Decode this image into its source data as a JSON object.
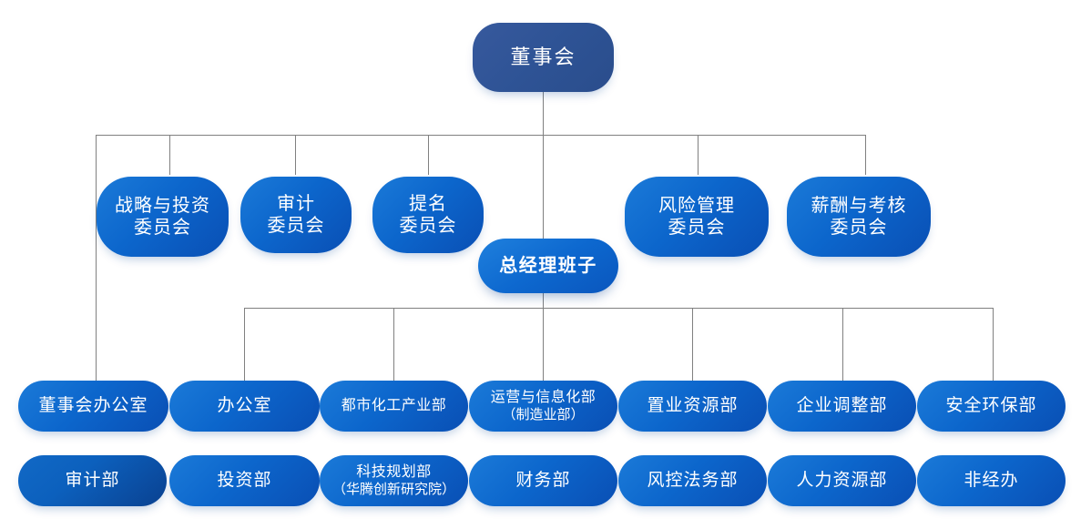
{
  "chart_title": "",
  "colors": {
    "board_fill": "#2e5395",
    "node_fill_light": "#1b7ad8",
    "node_fill_dark": "#0a4fb4",
    "connector": "#808080",
    "text": "#ffffff",
    "background": "#ffffff"
  },
  "root": {
    "label": "董事会"
  },
  "gm": {
    "label": "总经理班子"
  },
  "committees": [
    {
      "line1": "战略与投资",
      "line2": "委员会"
    },
    {
      "line1": "审计",
      "line2": "委员会"
    },
    {
      "line1": "提名",
      "line2": "委员会"
    },
    {
      "line1": "风险管理",
      "line2": "委员会"
    },
    {
      "line1": "薪酬与考核",
      "line2": "委员会"
    }
  ],
  "departments_row1": [
    {
      "line1": "董事会办公室",
      "sub": ""
    },
    {
      "line1": "办公室",
      "sub": ""
    },
    {
      "line1": "都市化工产业部",
      "sub": ""
    },
    {
      "line1": "运营与信息化部",
      "sub": "（制造业部）"
    },
    {
      "line1": "置业资源部",
      "sub": ""
    },
    {
      "line1": "企业调整部",
      "sub": ""
    },
    {
      "line1": "安全环保部",
      "sub": ""
    }
  ],
  "departments_row2": [
    {
      "line1": "审计部",
      "sub": ""
    },
    {
      "line1": "投资部",
      "sub": ""
    },
    {
      "line1": "科技规划部",
      "sub": "（华腾创新研究院）"
    },
    {
      "line1": "财务部",
      "sub": ""
    },
    {
      "line1": "风控法务部",
      "sub": ""
    },
    {
      "line1": "人力资源部",
      "sub": ""
    },
    {
      "line1": "非经办",
      "sub": ""
    }
  ]
}
